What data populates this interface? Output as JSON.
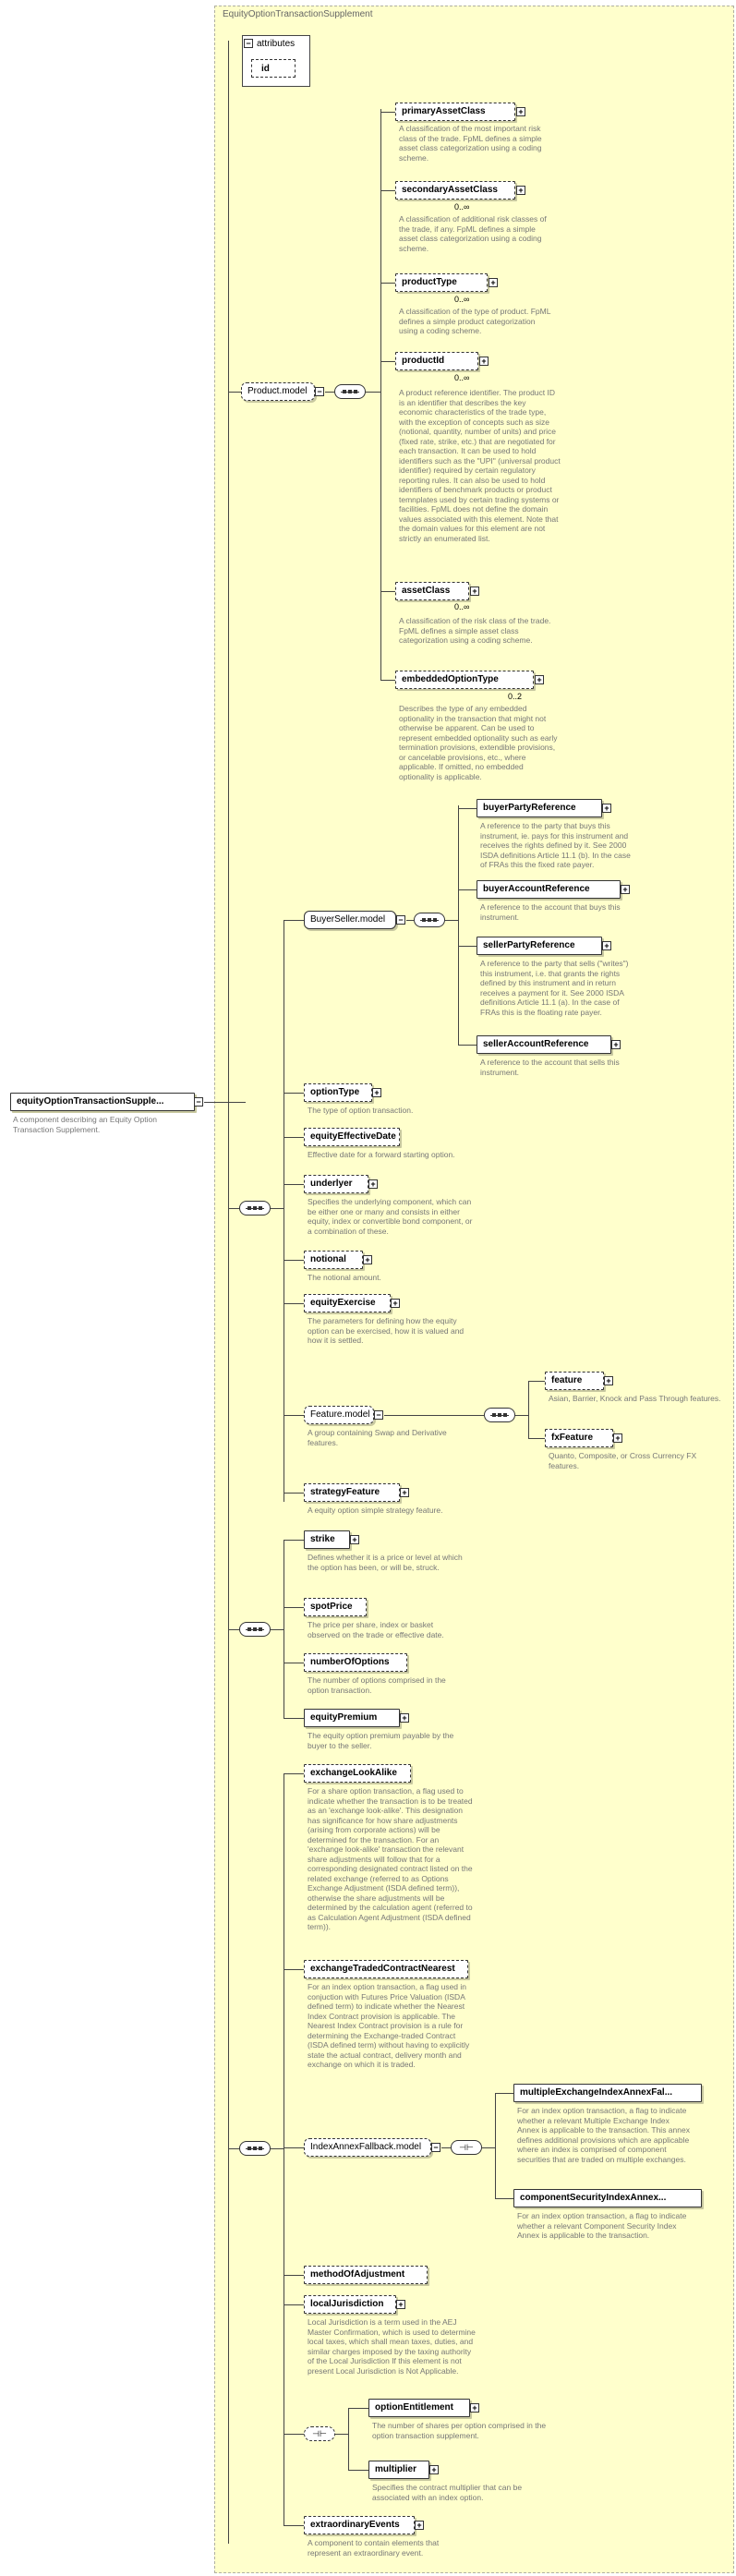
{
  "frame_title": "EquityOptionTransactionSupplement",
  "attributes": {
    "label": "attributes",
    "id": "id"
  },
  "root": {
    "name": "equityOptionTransactionSupple...",
    "desc": "A component describing an Equity Option Transaction Supplement."
  },
  "product_model": {
    "name": "Product.model",
    "items": [
      {
        "name": "primaryAssetClass",
        "card": "",
        "desc": "A classification of the most important risk class of the trade. FpML defines a simple asset class categorization using a coding scheme."
      },
      {
        "name": "secondaryAssetClass",
        "card": "0..∞",
        "desc": "A classification of additional risk classes of the trade, if any. FpML defines a simple asset class categorization using a coding scheme."
      },
      {
        "name": "productType",
        "card": "0..∞",
        "desc": "A classification of the type of product. FpML defines a simple product categorization using a coding scheme."
      },
      {
        "name": "productId",
        "card": "0..∞",
        "desc": "A product reference identifier. The product ID is an identifier that describes the key economic characteristics of the trade type, with the exception of concepts such as size (notional, quantity, number of units) and price (fixed rate, strike, etc.) that are negotiated for each transaction. It can be used to hold identifiers such as the \"UPI\" (universal product identifier) required by certain regulatory reporting rules. It can also be used to hold identifiers of benchmark products or product temnplates used by certain trading systems or facilities. FpML does not define the domain values associated with this element. Note that the domain values for this element are not strictly an enumerated list."
      },
      {
        "name": "assetClass",
        "card": "0..∞",
        "desc": "A classification of the risk class of the trade. FpML defines a simple asset class categorization using a coding scheme."
      },
      {
        "name": "embeddedOptionType",
        "card": "0..2",
        "desc": "Describes the type of any embedded optionality in the transaction that might not otherwise be apparent. Can be used to represent embedded optionality such as early termination provisions, extendible provisions, or cancelable provisions, etc., where applicable. If omitted, no embedded optionality is applicable."
      }
    ]
  },
  "buyer_seller_model": {
    "name": "BuyerSeller.model",
    "items": [
      {
        "name": "buyerPartyReference",
        "desc": "A reference to the party that buys this instrument, ie. pays for this instrument and receives the rights defined by it. See 2000 ISDA definitions Article 11.1 (b). In the case of FRAs this the fixed rate payer."
      },
      {
        "name": "buyerAccountReference",
        "desc": "A reference to the account that buys this instrument."
      },
      {
        "name": "sellerPartyReference",
        "desc": "A reference to the party that sells (\"writes\") this instrument, i.e. that grants the rights defined by this instrument and in return receives a payment for it. See 2000 ISDA definitions Article 11.1 (a). In the case of FRAs this is the floating rate payer."
      },
      {
        "name": "sellerAccountReference",
        "desc": "A reference to the account that sells this instrument."
      }
    ]
  },
  "option_items": [
    {
      "name": "optionType",
      "desc": "The type of option transaction."
    },
    {
      "name": "equityEffectiveDate",
      "desc": "Effective date for a forward starting option."
    },
    {
      "name": "underlyer",
      "desc": "Specifies the underlying component, which can be either one or many and consists in either equity, index or convertible bond component, or a combination of these."
    },
    {
      "name": "notional",
      "desc": "The notional amount."
    },
    {
      "name": "equityExercise",
      "desc": "The parameters for defining how the equity option can be exercised, how it is valued and how it is settled."
    }
  ],
  "feature_model": {
    "name": "Feature.model",
    "desc": "A group containing Swap and Derivative features.",
    "items": [
      {
        "name": "feature",
        "desc": "Asian, Barrier, Knock and Pass Through features."
      },
      {
        "name": "fxFeature",
        "desc": "Quanto, Composite, or Cross Currency FX features."
      }
    ]
  },
  "strategy_feature": {
    "name": "strategyFeature",
    "desc": "A equity option simple strategy feature."
  },
  "price_items": [
    {
      "name": "strike",
      "desc": "Defines whether it is a price or level at which the option has been, or will be, struck."
    },
    {
      "name": "spotPrice",
      "desc": "The price per share, index or basket observed on the trade or effective date."
    },
    {
      "name": "numberOfOptions",
      "desc": "The number of options comprised in the option transaction."
    },
    {
      "name": "equityPremium",
      "desc": "The equity option premium payable by the buyer to the seller."
    }
  ],
  "supplement_items": [
    {
      "name": "exchangeLookAlike",
      "desc": "For a share option transaction, a flag used to indicate whether the transaction is to be treated as an 'exchange look-alike'. This designation has significance for how share adjustments (arising from corporate actions) will be determined for the transaction. For an 'exchange look-alike' transaction the relevant share adjustments will follow that for a corresponding designated contract listed on the related exchange (referred to as Options Exchange Adjustment (ISDA defined term)), otherwise the share adjustments will be determined by the calculation agent (referred to as Calculation Agent Adjustment (ISDA defined term))."
    },
    {
      "name": "exchangeTradedContractNearest",
      "desc": "For an index option transaction, a flag used in conjuction with Futures Price Valuation (ISDA defined term) to indicate whether the Nearest Index Contract provision is applicable. The Nearest Index Contract provision is a rule for determining the Exchange-traded Contract (ISDA defined term) without having to explicitly state the actual contract, delivery month and exchange on which it is traded."
    }
  ],
  "index_annex_model": {
    "name": "IndexAnnexFallback.model",
    "items": [
      {
        "name": "multipleExchangeIndexAnnexFal...",
        "desc": "For an index option transaction, a flag to indicate whether a relevant Multiple Exchange Index Annex is applicable to the transaction. This annex defines additional provisions which are applicable where an index is comprised of component securities that are traded on multiple exchanges."
      },
      {
        "name": "componentSecurityIndexAnnex...",
        "desc": "For an index option transaction, a flag to indicate whether a relevant Component Security Index Annex is applicable to the transaction."
      }
    ]
  },
  "tail_items": [
    {
      "name": "methodOfAdjustment",
      "desc": ""
    },
    {
      "name": "localJurisdiction",
      "desc": "Local Jurisdiction is a term used in the AEJ Master Confirmation, which is used to determine local taxes, which shall mean taxes, duties, and similar charges imposed by the taxing authority of the Local Jurisdiction If this element is not present Local Jurisdiction is Not Applicable."
    }
  ],
  "choice_items": [
    {
      "name": "optionEntitlement",
      "desc": "The number of shares per option comprised in the option transaction supplement."
    },
    {
      "name": "multiplier",
      "desc": "Specifies the contract multiplier that can be associated with an index option."
    }
  ],
  "extraordinary": {
    "name": "extraordinaryEvents",
    "desc": "A component to contain elements that represent an extraordinary event."
  }
}
